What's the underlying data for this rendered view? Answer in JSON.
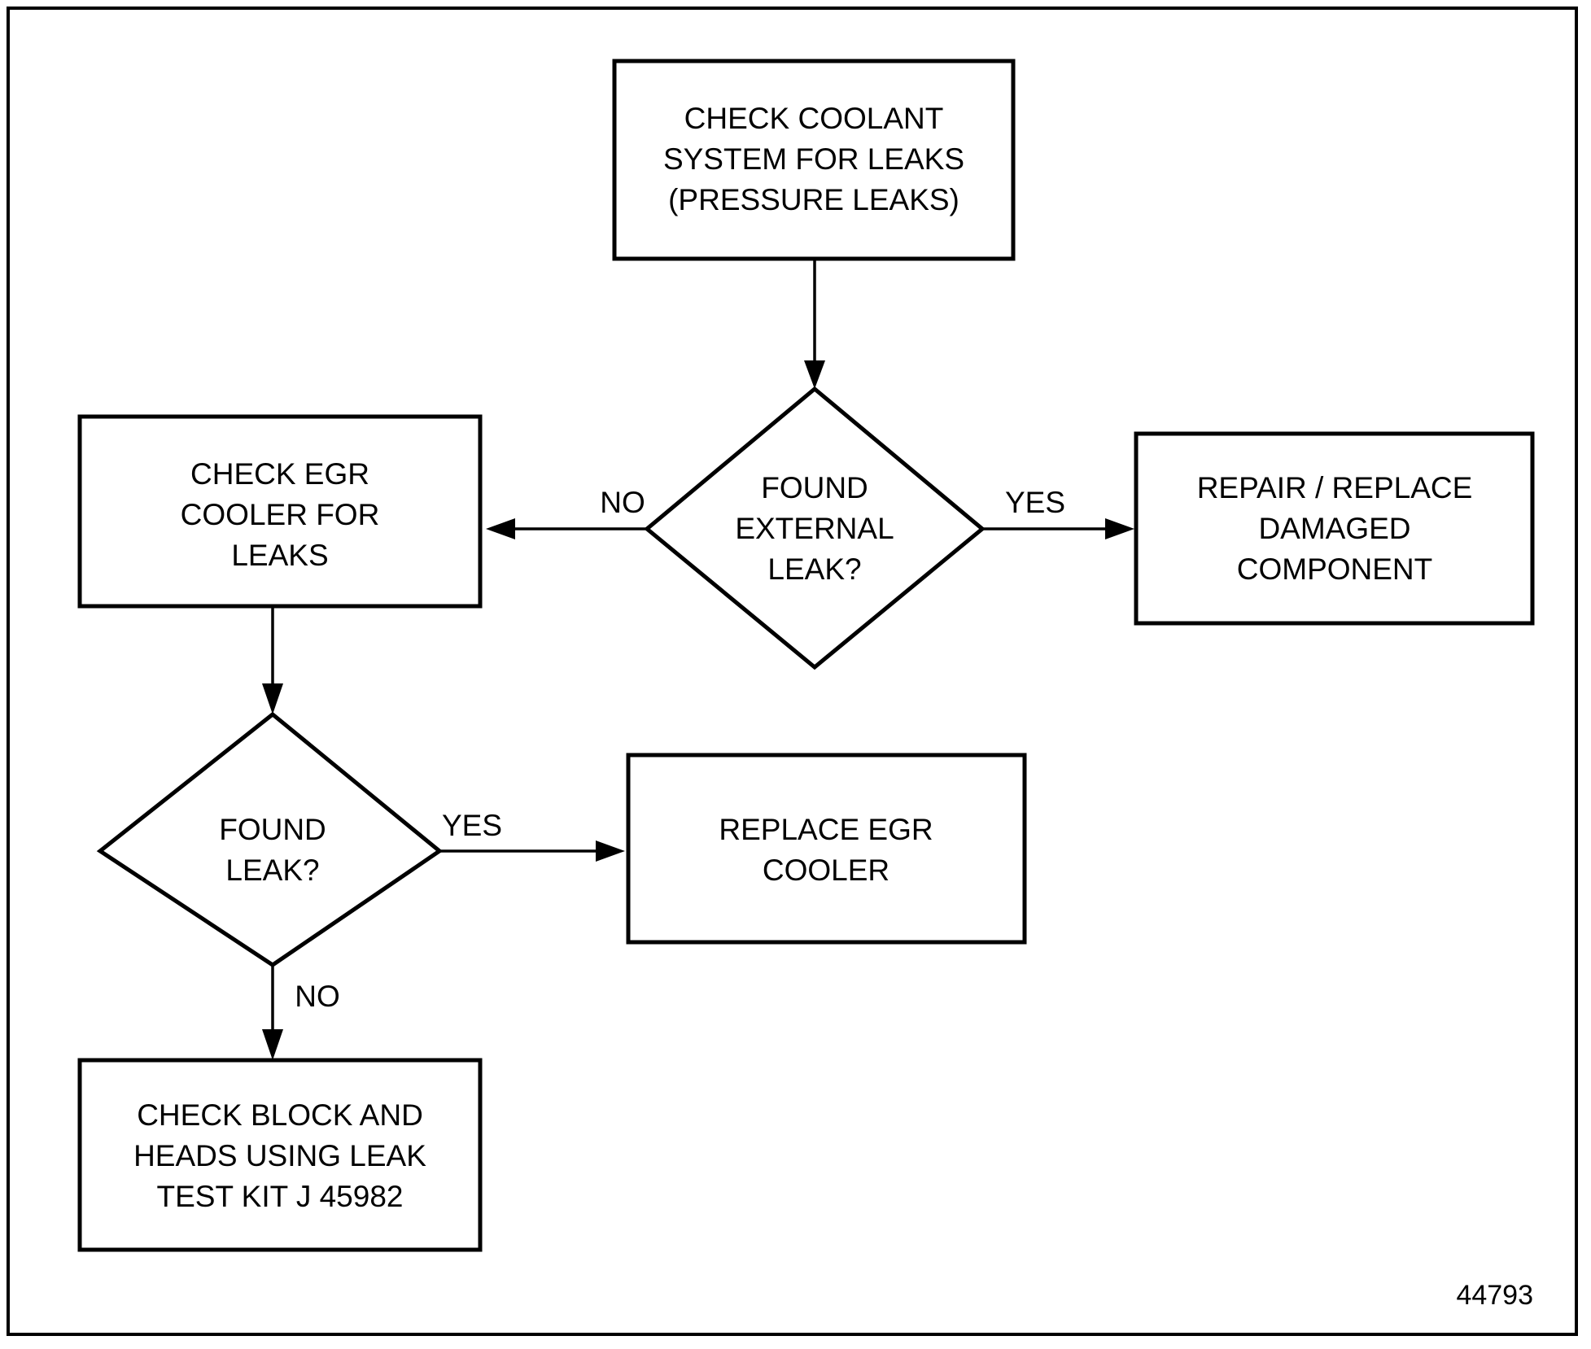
{
  "figure": {
    "id_label": "44793",
    "border_color": "#000000",
    "background_color": "#ffffff",
    "ink_color": "#000000"
  },
  "chart_data": {
    "type": "diagram",
    "title": "",
    "nodes": [
      {
        "id": "check-coolant-system",
        "shape": "process",
        "lines": [
          "CHECK COOLANT",
          "SYSTEM FOR LEAKS",
          "(PRESSURE LEAKS)"
        ]
      },
      {
        "id": "found-external-leak",
        "shape": "decision",
        "lines": [
          "FOUND",
          "EXTERNAL",
          "LEAK?"
        ]
      },
      {
        "id": "repair-replace-damaged-component",
        "shape": "process",
        "lines": [
          "REPAIR / REPLACE",
          "DAMAGED",
          "COMPONENT"
        ]
      },
      {
        "id": "check-egr-cooler-for-leaks",
        "shape": "process",
        "lines": [
          "CHECK EGR",
          "COOLER FOR",
          "LEAKS"
        ]
      },
      {
        "id": "found-leak",
        "shape": "decision",
        "lines": [
          "FOUND",
          "LEAK?"
        ]
      },
      {
        "id": "replace-egr-cooler",
        "shape": "process",
        "lines": [
          "REPLACE EGR",
          "COOLER"
        ]
      },
      {
        "id": "check-block-and-heads",
        "shape": "process",
        "lines": [
          "CHECK BLOCK AND",
          "HEADS USING LEAK",
          "TEST KIT J 45982"
        ]
      }
    ],
    "edges": [
      {
        "from": "check-coolant-system",
        "to": "found-external-leak",
        "label": ""
      },
      {
        "from": "found-external-leak",
        "to": "repair-replace-damaged-component",
        "label": "YES"
      },
      {
        "from": "found-external-leak",
        "to": "check-egr-cooler-for-leaks",
        "label": "NO"
      },
      {
        "from": "check-egr-cooler-for-leaks",
        "to": "found-leak",
        "label": ""
      },
      {
        "from": "found-leak",
        "to": "replace-egr-cooler",
        "label": "YES"
      },
      {
        "from": "found-leak",
        "to": "check-block-and-heads",
        "label": "NO"
      }
    ]
  },
  "nodes": {
    "check_coolant_system": {
      "line1": "CHECK COOLANT",
      "line2": "SYSTEM FOR LEAKS",
      "line3": "(PRESSURE LEAKS)"
    },
    "found_external_leak": {
      "line1": "FOUND",
      "line2": "EXTERNAL",
      "line3": "LEAK?"
    },
    "repair_replace_damaged_component": {
      "line1": "REPAIR / REPLACE",
      "line2": "DAMAGED",
      "line3": "COMPONENT"
    },
    "check_egr_cooler_for_leaks": {
      "line1": "CHECK EGR",
      "line2": "COOLER FOR",
      "line3": "LEAKS"
    },
    "found_leak": {
      "line1": "FOUND",
      "line2": "LEAK?"
    },
    "replace_egr_cooler": {
      "line1": "REPLACE EGR",
      "line2": "COOLER"
    },
    "check_block_and_heads": {
      "line1": "CHECK BLOCK AND",
      "line2": "HEADS USING LEAK",
      "line3": "TEST KIT J 45982"
    }
  },
  "edge_labels": {
    "external_yes": "YES",
    "external_no": "NO",
    "cooler_yes": "YES",
    "cooler_no": "NO"
  }
}
